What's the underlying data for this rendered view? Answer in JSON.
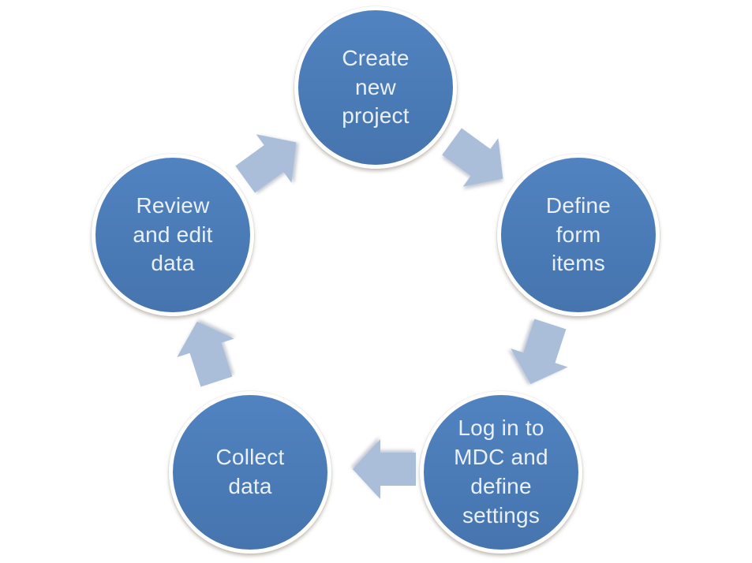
{
  "diagram": {
    "type": "cycle",
    "direction": "clockwise",
    "background_color": "#ffffff",
    "node_fill_color": "#4a7bb6",
    "node_border_color": "#ffffff",
    "node_text_color": "#e9f0f8",
    "arrow_fill_color": "#aabdd9",
    "nodes": [
      {
        "id": "create-project",
        "label": "Create\nnew\nproject"
      },
      {
        "id": "define-form-items",
        "label": "Define\nform\nitems"
      },
      {
        "id": "login-mdc",
        "label": "Log in to\nMDC and\ndefine\nsettings"
      },
      {
        "id": "collect-data",
        "label": "Collect\ndata"
      },
      {
        "id": "review-edit-data",
        "label": "Review\nand edit\ndata"
      }
    ],
    "arrows": [
      {
        "from": "create-project",
        "to": "define-form-items"
      },
      {
        "from": "define-form-items",
        "to": "login-mdc"
      },
      {
        "from": "login-mdc",
        "to": "collect-data"
      },
      {
        "from": "collect-data",
        "to": "review-edit-data"
      },
      {
        "from": "review-edit-data",
        "to": "create-project"
      }
    ]
  }
}
